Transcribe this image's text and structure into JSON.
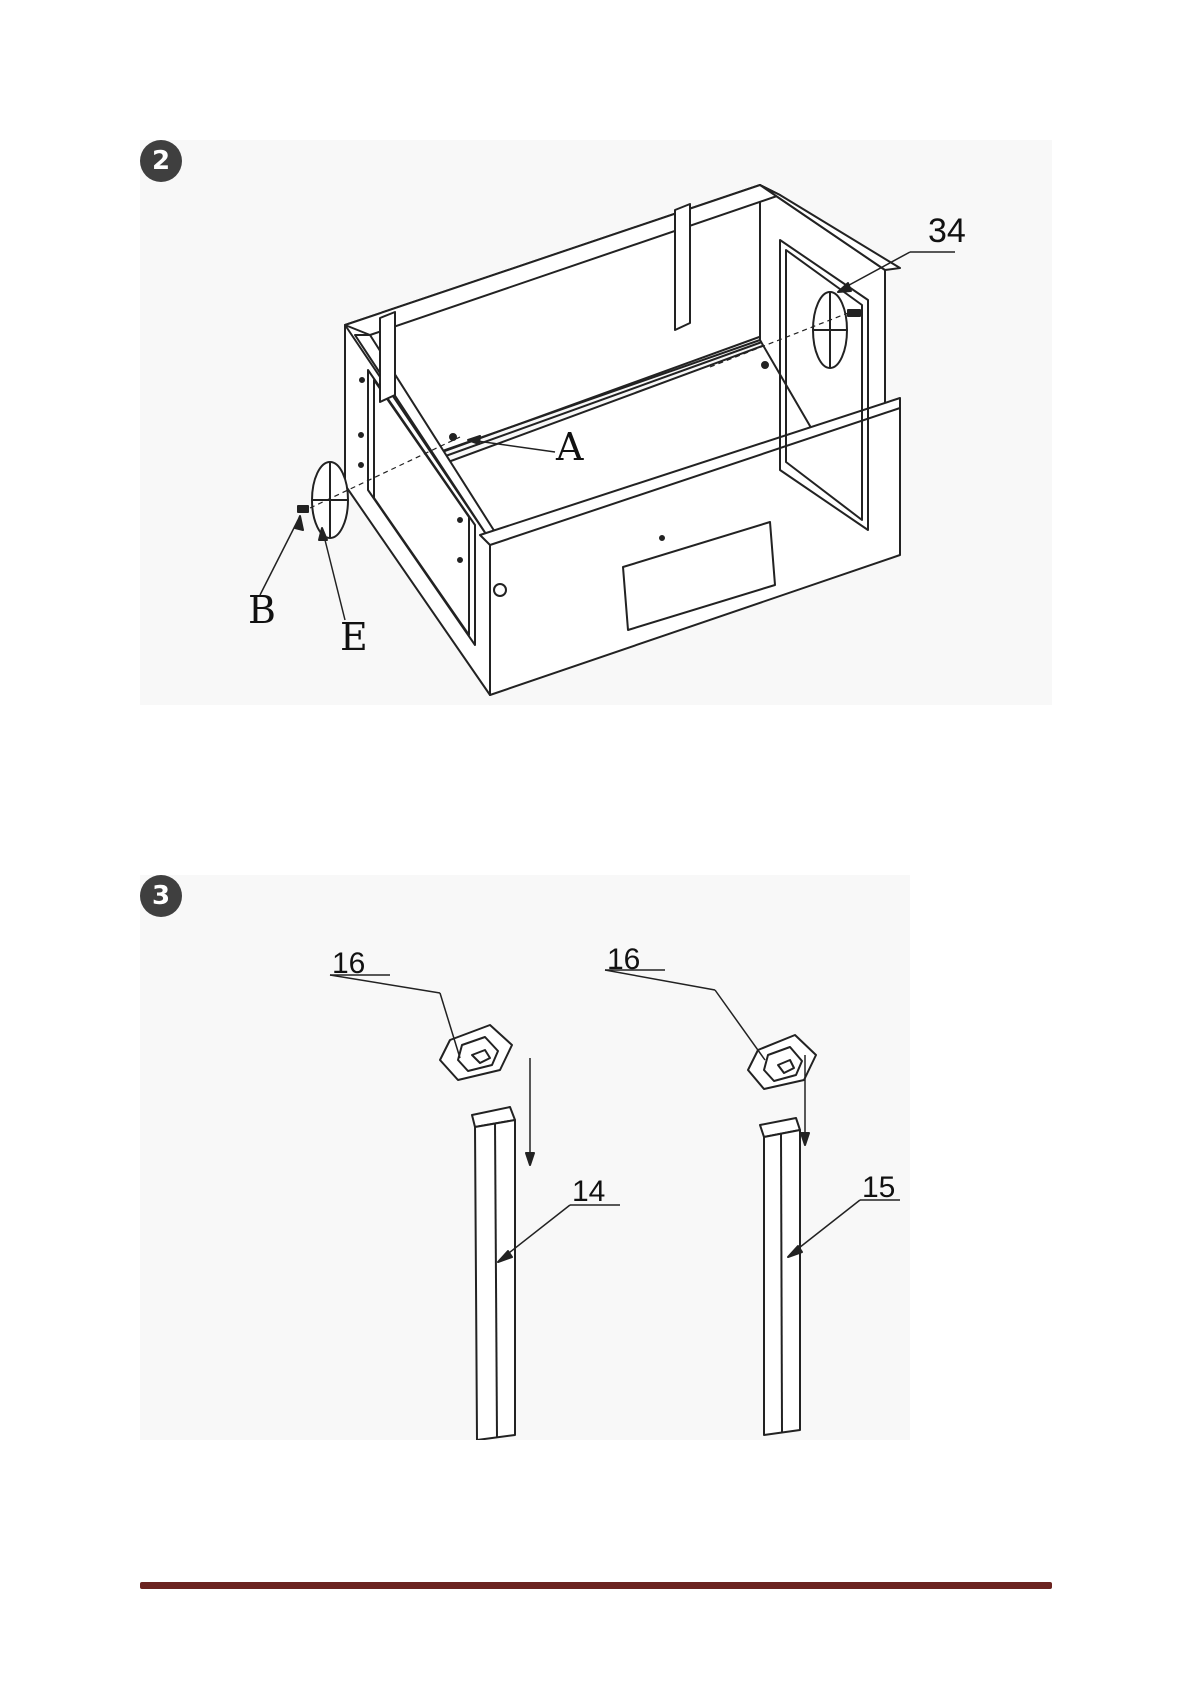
{
  "step2": {
    "number": "2",
    "labels": {
      "part_34": "34",
      "a": "A",
      "b": "B",
      "e": "E"
    }
  },
  "step3": {
    "number": "3",
    "labels": {
      "part_16_left": "16",
      "part_16_right": "16",
      "part_14": "14",
      "part_15": "15"
    }
  },
  "footer": {
    "rule_color": "#6b2320"
  }
}
